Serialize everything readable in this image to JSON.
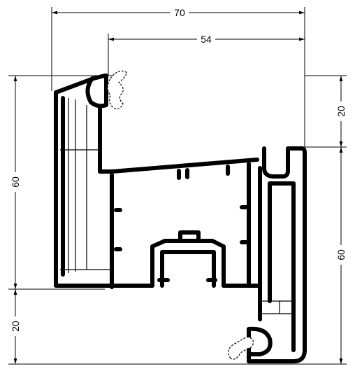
{
  "dimensions": {
    "top_overall": "70",
    "top_inner": "54",
    "left_height": "60",
    "left_bottom": "20",
    "right_top": "20",
    "right_height": "60"
  }
}
